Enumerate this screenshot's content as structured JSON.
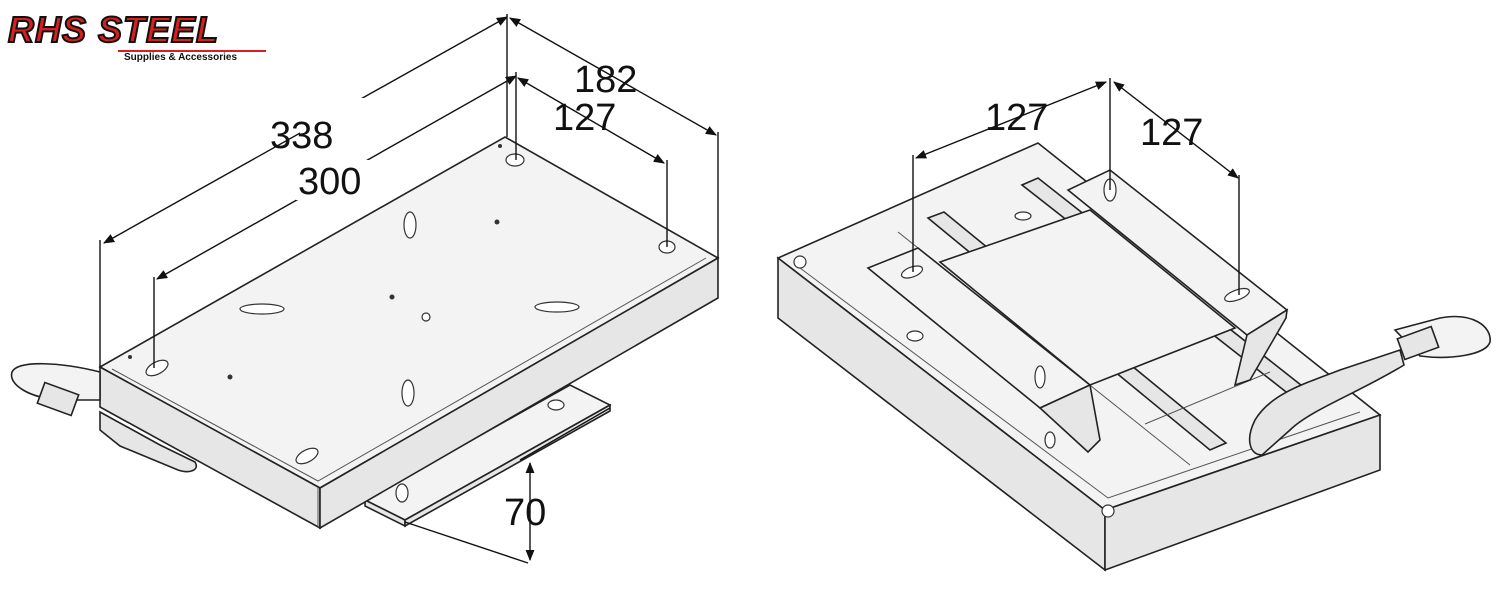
{
  "brand": {
    "name_part1": "RHS",
    "name_part2": "STEEL",
    "tagline": "Supplies & Accessories",
    "colors": {
      "primary": "#d81e1e",
      "outline": "#111111"
    }
  },
  "left_view": {
    "dim_length_outer": "338",
    "dim_length_inner": "300",
    "dim_width_outer": "182",
    "dim_width_inner": "127",
    "dim_height": "70"
  },
  "right_view": {
    "dim_left": "127",
    "dim_right": "127"
  }
}
